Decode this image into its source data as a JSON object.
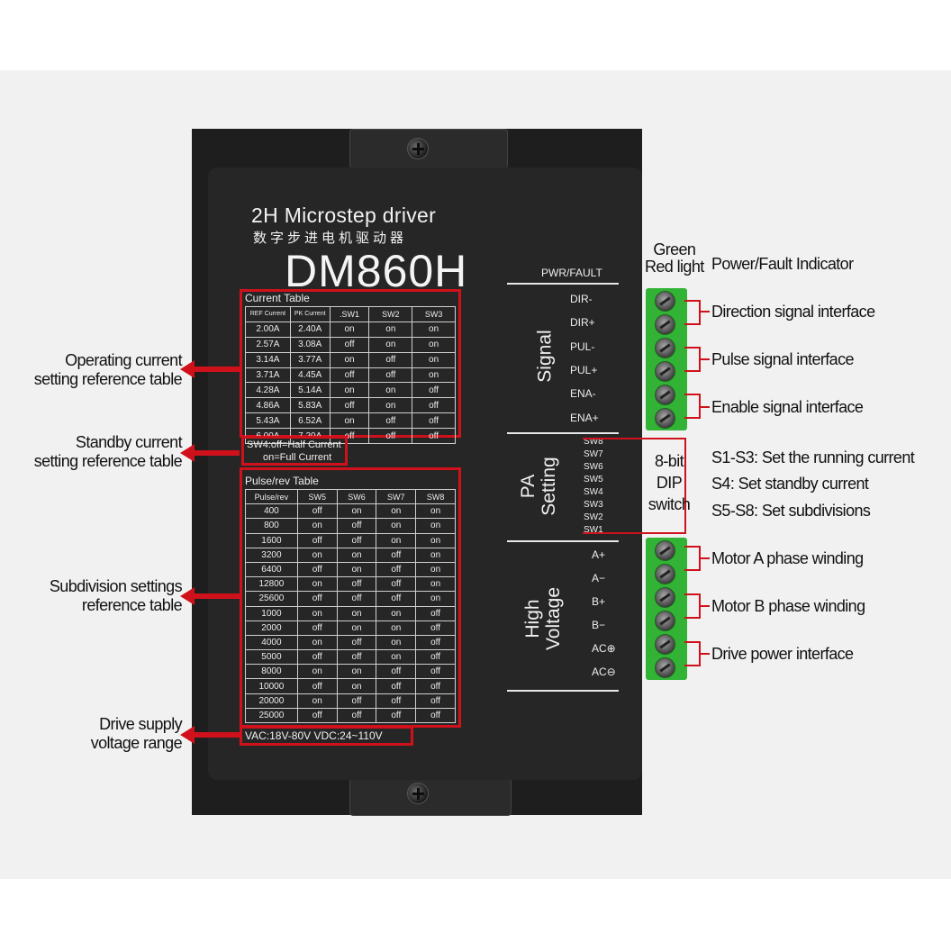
{
  "driver": {
    "title": "2H Microstep driver",
    "title_cn": "数字步进电机驱动器",
    "model": "DM860H",
    "pwr_fault_label": "PWR/FAULT"
  },
  "current_table": {
    "title": "Current Table",
    "headers": [
      "REF Current",
      "PK Current",
      ".SW1",
      "SW2",
      "SW3"
    ],
    "rows": [
      [
        "2.00A",
        "2.40A",
        "on",
        "on",
        "on"
      ],
      [
        "2.57A",
        "3.08A",
        "off",
        "on",
        "on"
      ],
      [
        "3.14A",
        "3.77A",
        "on",
        "off",
        "on"
      ],
      [
        "3.71A",
        "4.45A",
        "off",
        "off",
        "on"
      ],
      [
        "4.28A",
        "5.14A",
        "on",
        "on",
        "off"
      ],
      [
        "4.86A",
        "5.83A",
        "off",
        "on",
        "off"
      ],
      [
        "5.43A",
        "6.52A",
        "on",
        "off",
        "off"
      ],
      [
        "6.00A",
        "7.20A",
        "off",
        "off",
        "off"
      ]
    ]
  },
  "standby_note": {
    "line1": "SW4:off=Half Current",
    "line2": "on=Full Current"
  },
  "pulse_table": {
    "title": "Pulse/rev Table",
    "headers": [
      "Pulse/rev",
      "SW5",
      "SW6",
      "SW7",
      "SW8"
    ],
    "rows": [
      [
        "400",
        "off",
        "on",
        "on",
        "on"
      ],
      [
        "800",
        "on",
        "off",
        "on",
        "on"
      ],
      [
        "1600",
        "off",
        "off",
        "on",
        "on"
      ],
      [
        "3200",
        "on",
        "on",
        "off",
        "on"
      ],
      [
        "6400",
        "off",
        "on",
        "off",
        "on"
      ],
      [
        "12800",
        "on",
        "off",
        "off",
        "on"
      ],
      [
        "25600",
        "off",
        "off",
        "off",
        "on"
      ],
      [
        "1000",
        "on",
        "on",
        "on",
        "off"
      ],
      [
        "2000",
        "off",
        "on",
        "on",
        "off"
      ],
      [
        "4000",
        "on",
        "off",
        "on",
        "off"
      ],
      [
        "5000",
        "off",
        "off",
        "on",
        "off"
      ],
      [
        "8000",
        "on",
        "on",
        "off",
        "off"
      ],
      [
        "10000",
        "off",
        "on",
        "off",
        "off"
      ],
      [
        "20000",
        "on",
        "off",
        "off",
        "off"
      ],
      [
        "25000",
        "off",
        "off",
        "off",
        "off"
      ]
    ]
  },
  "voltage_range": "VAC:18V-80V  VDC:24~110V",
  "sections": {
    "signal": "Signal",
    "pa_line1": "PA",
    "pa_line2": "Setting",
    "hv_line1": "High",
    "hv_line2": "Voltage"
  },
  "signal_pins": [
    "DIR-",
    "DIR+",
    "PUL-",
    "PUL+",
    "ENA-",
    "ENA+"
  ],
  "dip_switches": [
    "SW8",
    "SW7",
    "SW6",
    "SW5",
    "SW4",
    "SW3",
    "SW2",
    "SW1"
  ],
  "hv_pins": [
    "A+",
    "A−",
    "B+",
    "B−",
    "AC⊕",
    "AC⊖"
  ],
  "callouts_left": {
    "operating": [
      "Operating current",
      "setting reference table"
    ],
    "standby": [
      "Standby current",
      "setting reference table"
    ],
    "subdivision": [
      "Subdivision settings",
      "reference table"
    ],
    "supply": [
      "Drive supply",
      "voltage range"
    ]
  },
  "callouts_right": {
    "led_label": [
      "Green",
      "Red light"
    ],
    "power_fault": "Power/Fault Indicator",
    "direction": "Direction signal interface",
    "pulse": "Pulse signal interface",
    "enable": "Enable signal interface",
    "dip_label": [
      "8-bit",
      "DIP",
      "switch"
    ],
    "dip_s1": "S1-S3: Set the running current",
    "dip_s4": "S4: Set standby current",
    "dip_s5": "S5-S8: Set subdivisions",
    "motor_a": "Motor A phase winding",
    "motor_b": "Motor B phase winding",
    "drive_power": "Drive power interface"
  },
  "colors": {
    "accent_red": "#d0111b",
    "connector_green": "#33b336",
    "driver_body": "#262626"
  }
}
